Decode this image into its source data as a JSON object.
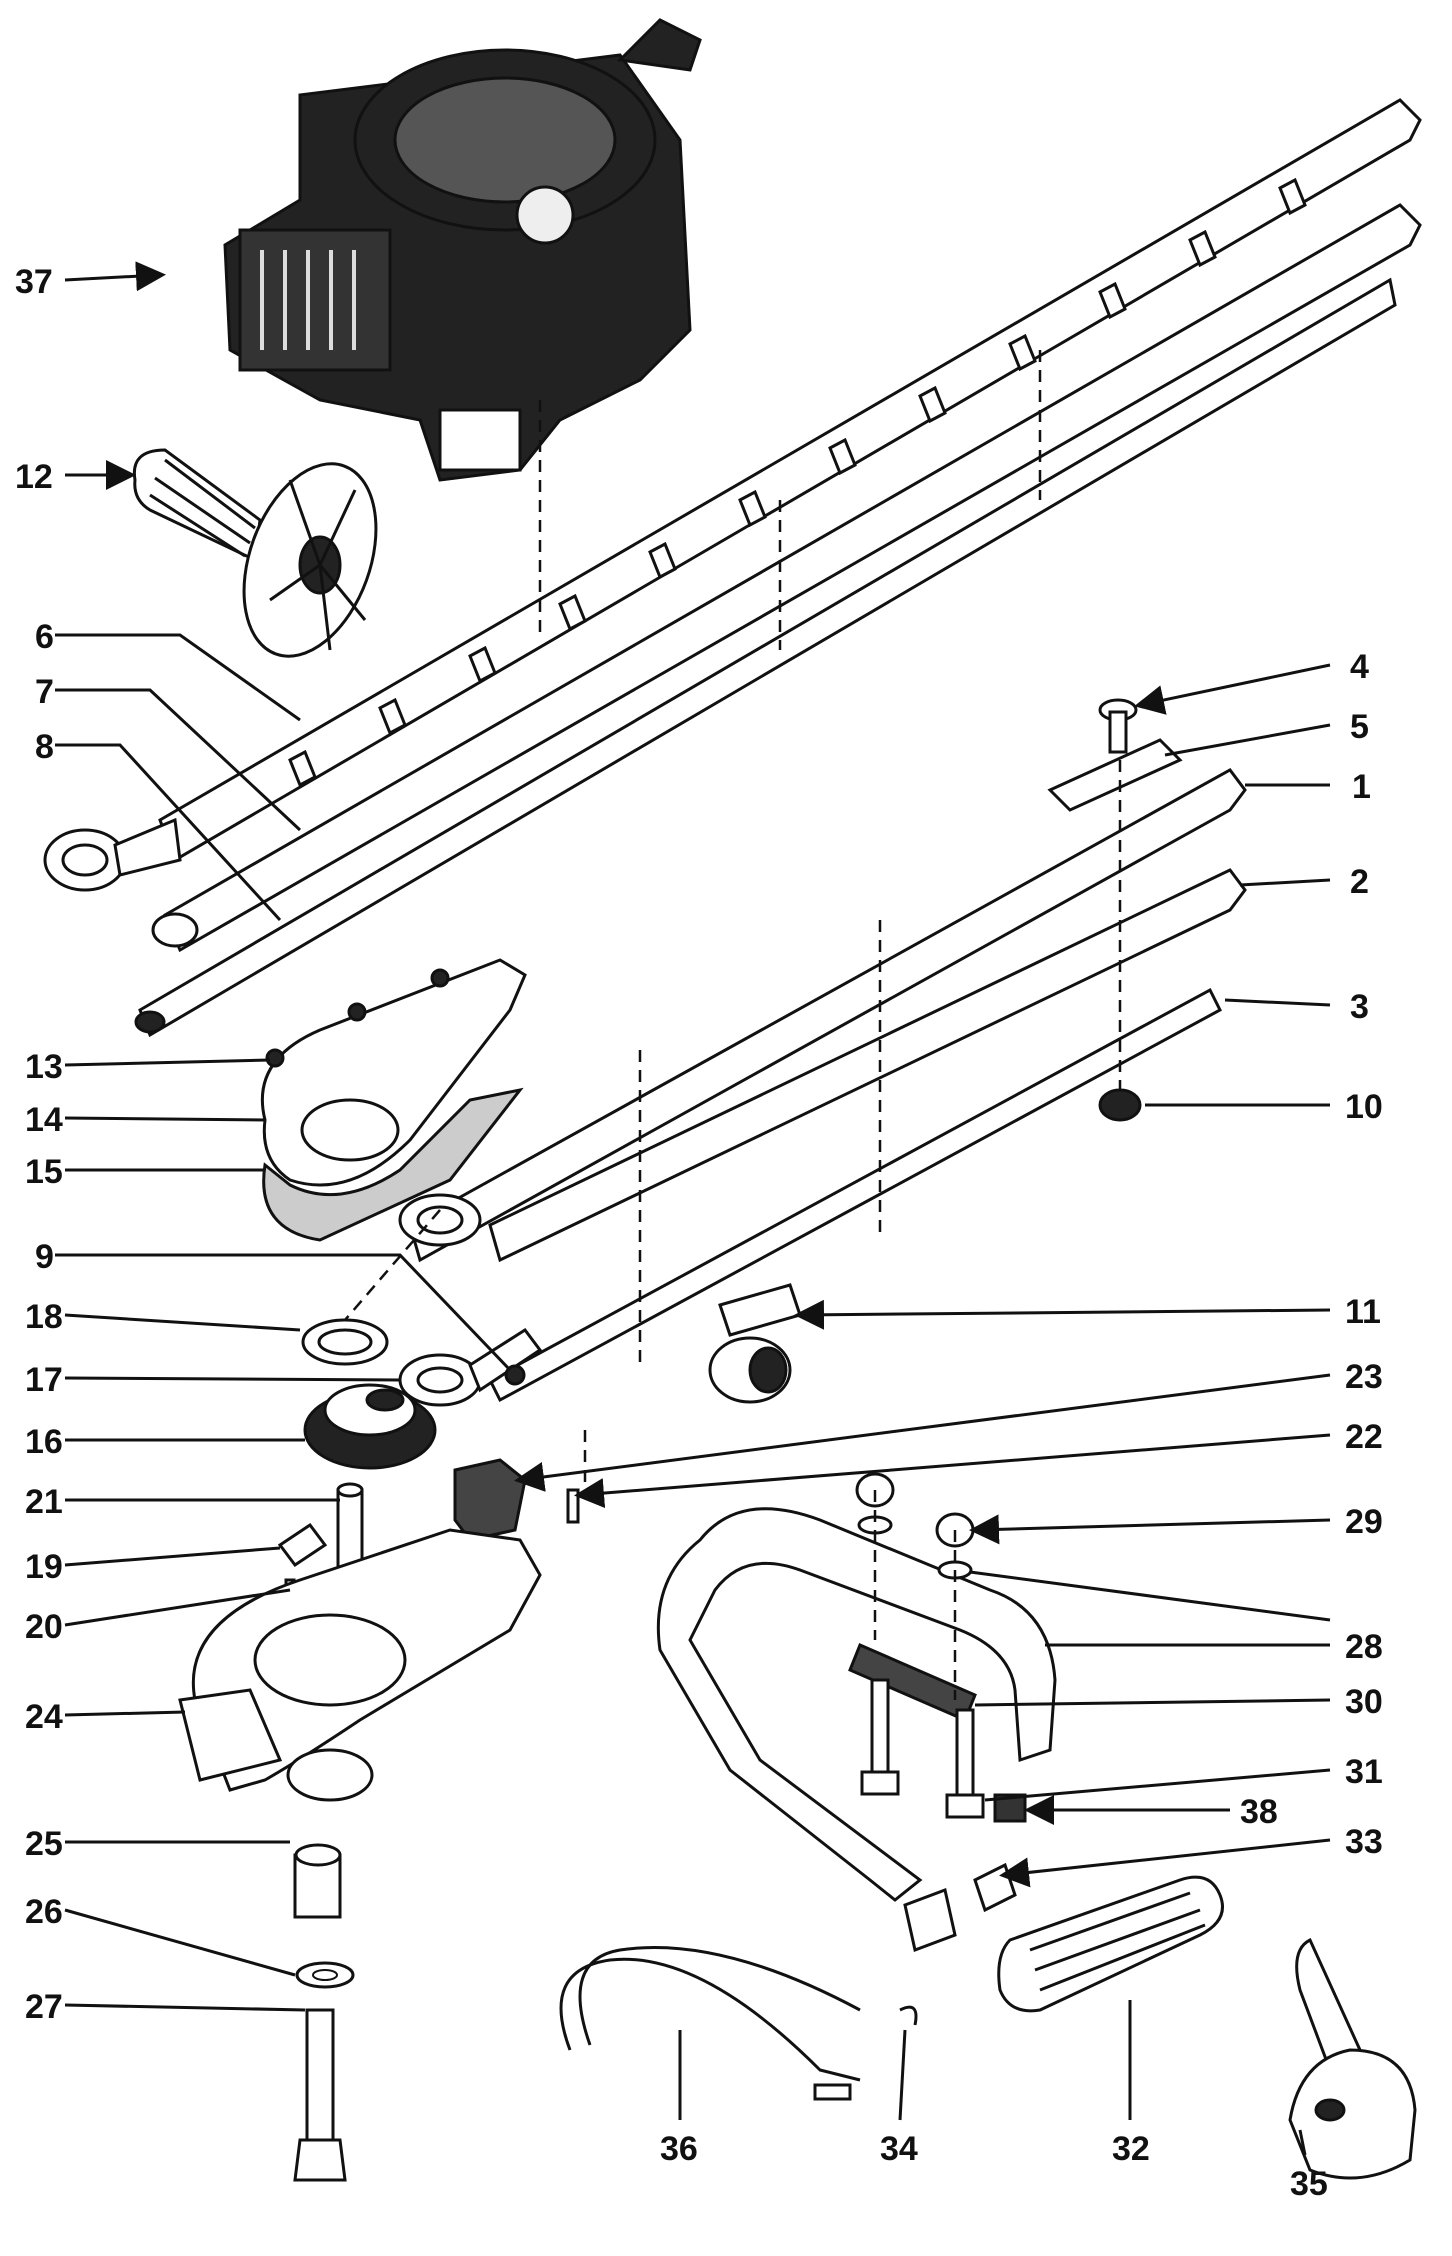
{
  "diagram": {
    "callouts": [
      "1",
      "2",
      "3",
      "4",
      "5",
      "6",
      "7",
      "8",
      "9",
      "10",
      "11",
      "12",
      "13",
      "14",
      "15",
      "16",
      "17",
      "18",
      "19",
      "20",
      "21",
      "22",
      "23",
      "24",
      "25",
      "26",
      "27",
      "28",
      "29",
      "30",
      "31",
      "32",
      "33",
      "34",
      "35",
      "36",
      "37",
      "38"
    ]
  }
}
